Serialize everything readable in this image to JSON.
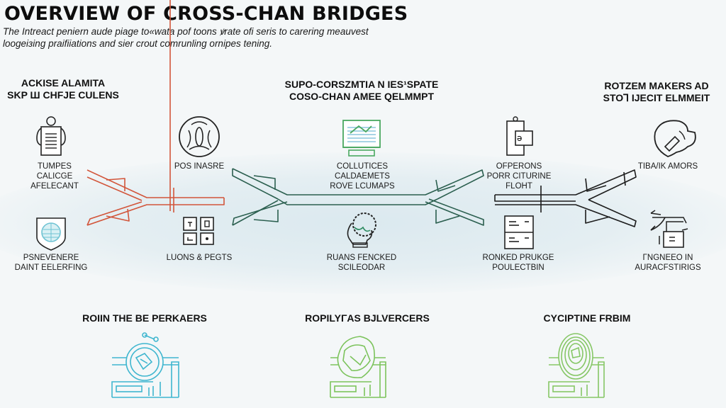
{
  "header": {
    "title": "OVERVIEW OF CROSS-CHAN BRIDGES",
    "subtitle_line1": "The Intrеact penіern aude piage to«wata pof toons ꝟrate ofi seris to carering meauvest",
    "subtitle_line2": "loogeізing praifiіations and sіer crout comrunling ornipes tening."
  },
  "sections": {
    "left": {
      "heading_line1": "ACKISE ALAMITA",
      "heading_line2": "SKP Ш CHFJE CULENS"
    },
    "center": {
      "heading_line1": "SUPO-CORSZMTIA N IES¹SPATE",
      "heading_line2": "COSO-CHAN AMEE QELMMPT"
    },
    "right": {
      "heading_line1": "ROTZEM MAKERS AD",
      "heading_line2": "STOꞀ IJECIT ELMMEIT"
    }
  },
  "nodes": [
    {
      "id": "n1",
      "icon": "document-person-icon",
      "lines": [
        "TUMPES",
        "CALICGE",
        "AFELECANT"
      ]
    },
    {
      "id": "n2",
      "icon": "face-circle-icon",
      "lines": [
        "POS INASRE"
      ]
    },
    {
      "id": "n3",
      "icon": "monitor-chart-icon",
      "lines": [
        "COLLUTICES",
        "CALDAEMETS",
        "ROVE LCUMAPS"
      ]
    },
    {
      "id": "n4",
      "icon": "tag-document-icon",
      "lines": [
        "OFPERONS",
        "PORR CITURINE",
        "FLOHT"
      ]
    },
    {
      "id": "n5",
      "icon": "curled-creature-icon",
      "lines": [
        "TIBA/IK AMORS"
      ]
    },
    {
      "id": "n6",
      "icon": "shield-globe-icon",
      "lines": [
        "PSNEVENERE",
        "DAINT EELERFING"
      ]
    },
    {
      "id": "n7",
      "icon": "grid-tiles-icon",
      "lines": [
        "LUONS & PEGTS"
      ]
    },
    {
      "id": "n8",
      "icon": "chain-hand-icon",
      "lines": [
        "RUANS FENCKED",
        "SCILEODAR"
      ]
    },
    {
      "id": "n9",
      "icon": "form-panel-icon",
      "lines": [
        "RONKED PRUKGE",
        "POULECTBIN"
      ]
    },
    {
      "id": "n10",
      "icon": "transfer-box-icon",
      "lines": [
        "ΓNGNEEO IN",
        "AURACFSTIRIGS"
      ]
    }
  ],
  "bottom": [
    {
      "label": "ROIIN THE BE PERKAERS",
      "icon": "blue-orb-circuit-icon",
      "color": "#3fb6cf"
    },
    {
      "label": "ROPILYΓAS BJLVERCERS",
      "icon": "green-orb-circuit-icon",
      "color": "#7cc35c"
    },
    {
      "label": "CYCIPTINE FRBIM",
      "icon": "green-coil-circuit-icon",
      "color": "#86c766"
    }
  ],
  "colors": {
    "bridge_left": "#d2553a",
    "bridge_center": "#2b5f4f",
    "bridge_right": "#1c1c1c",
    "monitor": "#4aa860",
    "globe": "#6fc3d3",
    "background": "#f4f7f8"
  }
}
